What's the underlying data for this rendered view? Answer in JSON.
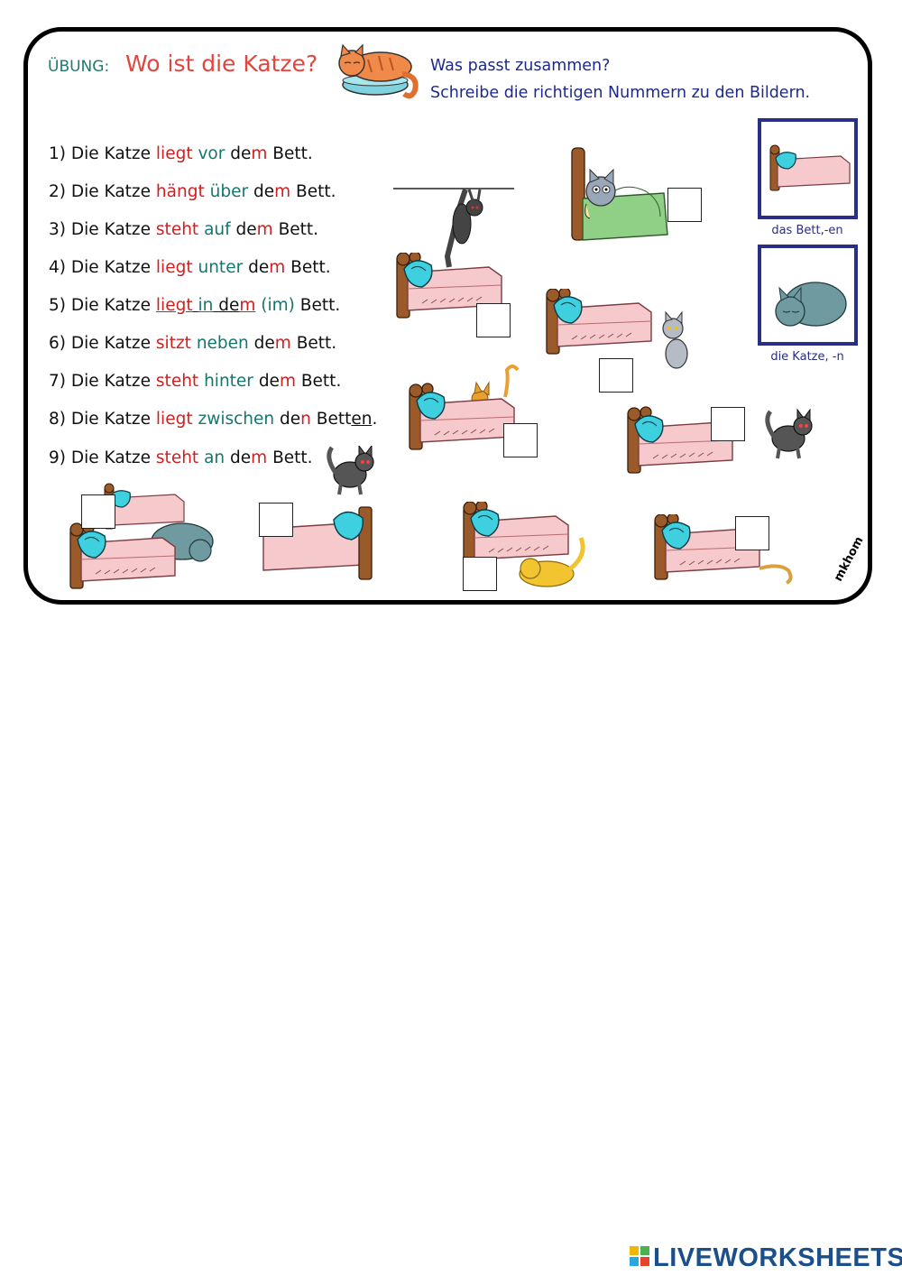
{
  "header": {
    "label": "ÜBUNG:",
    "title": "Wo ist die Katze?"
  },
  "instructions": {
    "line1": "Was passt zusammen?",
    "line2": "Schreibe die richtigen Nummern zu den Bildern."
  },
  "sentences": [
    {
      "num": "1)",
      "subj": "Die Katze",
      "verb": "liegt",
      "prep": "vor",
      "art_a": "de",
      "art_b": "m",
      "noun": "Bett."
    },
    {
      "num": "2)",
      "subj": "Die Katze",
      "verb": "hängt",
      "prep": "über",
      "art_a": "de",
      "art_b": "m",
      "noun": "Bett."
    },
    {
      "num": "3)",
      "subj": "Die Katze",
      "verb": "steht",
      "prep": "auf",
      "art_a": "de",
      "art_b": "m",
      "noun": "Bett."
    },
    {
      "num": "4)",
      "subj": "Die Katze",
      "verb": "liegt",
      "prep": "unter",
      "art_a": "de",
      "art_b": "m",
      "noun": "Bett."
    },
    {
      "num": "5)",
      "subj": "Die Katze",
      "verb": "liegt",
      "prep": "in",
      "art_a": "de",
      "art_b": "m",
      "extra": "(im)",
      "noun": "Bett."
    },
    {
      "num": "6)",
      "subj": "Die Katze",
      "verb": "sitzt",
      "prep": "neben",
      "art_a": "de",
      "art_b": "m",
      "noun": "Bett."
    },
    {
      "num": "7)",
      "subj": "Die Katze",
      "verb": "steht",
      "prep": "hinter",
      "art_a": "de",
      "art_b": "m",
      "noun": "Bett."
    },
    {
      "num": "8)",
      "subj": "Die Katze",
      "verb": "liegt",
      "prep": "zwischen",
      "art_a": "de",
      "art_b": "n",
      "noun_a": "Bett",
      "noun_b": "en",
      "noun_c": "."
    },
    {
      "num": "9)",
      "subj": "Die Katze",
      "verb": "steht",
      "prep": "an",
      "art_a": "de",
      "art_b": "m",
      "noun": "Bett."
    }
  ],
  "vocab": {
    "bed": "das Bett,-en",
    "cat": "die Katze, -n"
  },
  "signature": "mkhom",
  "brand": "LIVEWORKSHEETS",
  "colors": {
    "red": "#d11f1f",
    "teal": "#16766e",
    "navy": "#1e2a8a",
    "pillow": "#3fd0e0",
    "bed_pink": "#f6c9cc",
    "bed_wood": "#9a5a2a"
  }
}
